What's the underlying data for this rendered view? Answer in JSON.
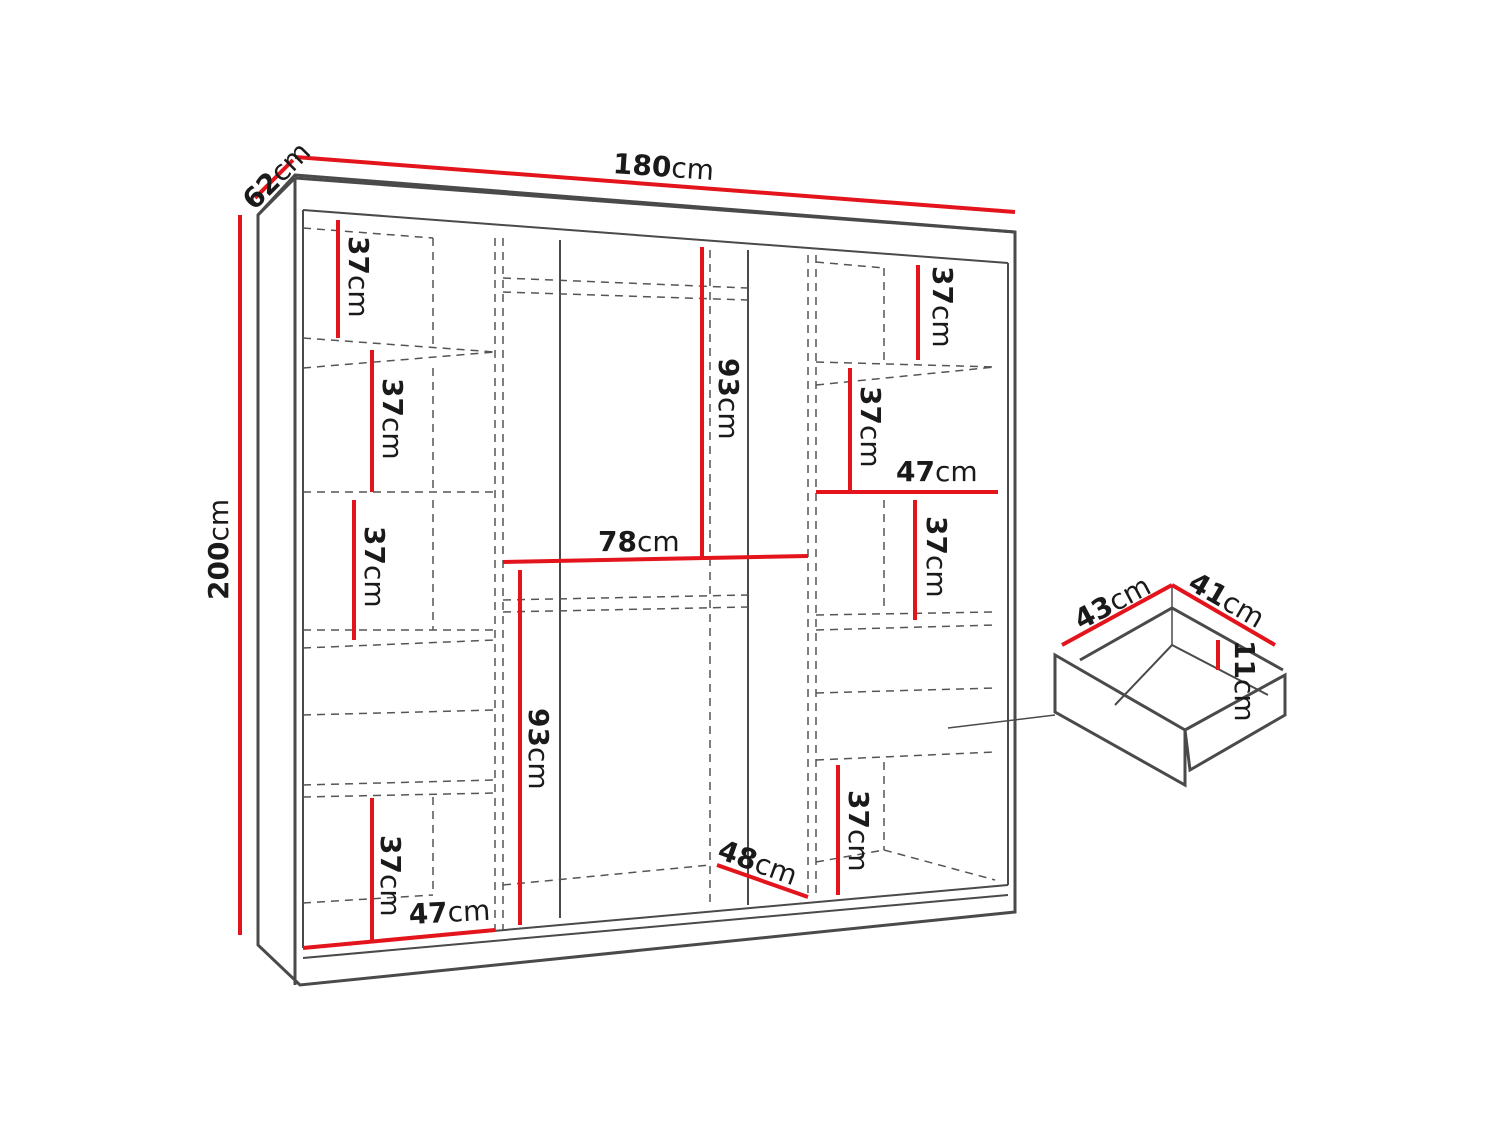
{
  "diagram": {
    "subject": "Sliding-door wardrobe dimension drawing",
    "colors": {
      "dimension_line": "#e3141b",
      "outline": "#4a4a4a",
      "dashed": "#555555",
      "background": "#ffffff"
    },
    "overall": {
      "width": {
        "value": "180",
        "unit": "cm"
      },
      "depth": {
        "value": "62",
        "unit": "cm"
      },
      "height": {
        "value": "200",
        "unit": "cm"
      }
    },
    "left_section": {
      "shelf_heights": [
        {
          "value": "37",
          "unit": "cm"
        },
        {
          "value": "37",
          "unit": "cm"
        },
        {
          "value": "37",
          "unit": "cm"
        },
        {
          "value": "37",
          "unit": "cm"
        }
      ],
      "width": {
        "value": "47",
        "unit": "cm"
      }
    },
    "middle_section": {
      "upper_hanging_height": {
        "value": "93",
        "unit": "cm"
      },
      "lower_hanging_height": {
        "value": "93",
        "unit": "cm"
      },
      "width": {
        "value": "78",
        "unit": "cm"
      },
      "depth": {
        "value": "48",
        "unit": "cm"
      }
    },
    "right_section": {
      "shelf_heights": [
        {
          "value": "37",
          "unit": "cm"
        },
        {
          "value": "37",
          "unit": "cm"
        },
        {
          "value": "37",
          "unit": "cm"
        },
        {
          "value": "37",
          "unit": "cm"
        }
      ],
      "width": {
        "value": "47",
        "unit": "cm"
      }
    },
    "drawer": {
      "width": {
        "value": "43",
        "unit": "cm"
      },
      "depth": {
        "value": "41",
        "unit": "cm"
      },
      "height": {
        "value": "11",
        "unit": "cm"
      }
    }
  }
}
